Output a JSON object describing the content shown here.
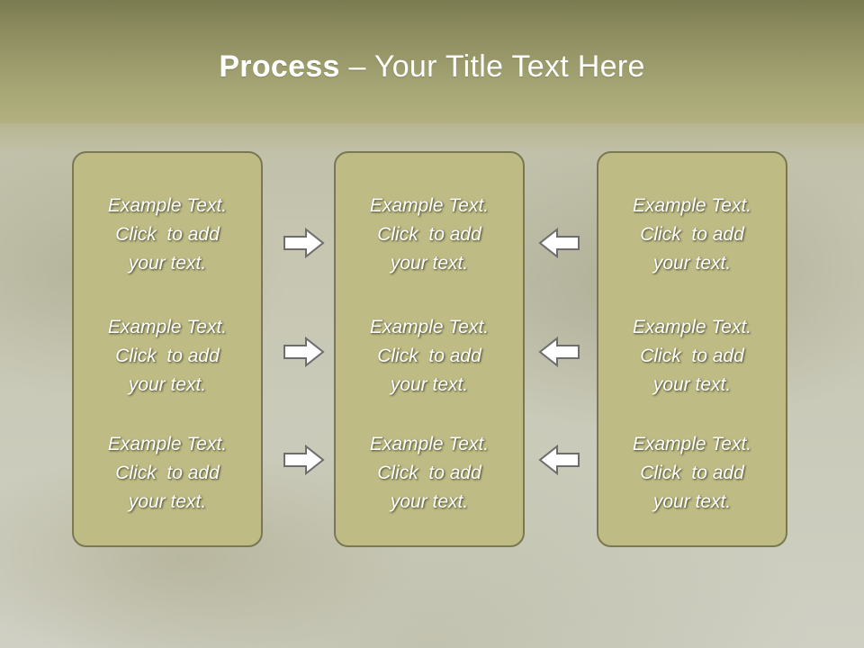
{
  "slide": {
    "title_bold": "Process",
    "title_rest": " – Your Title Text Here",
    "columns": [
      {
        "blocks": [
          {
            "line1": "Example Text.",
            "line2": "Click  to add",
            "line3": "your text."
          },
          {
            "line1": "Example Text.",
            "line2": "Click  to add",
            "line3": "your text."
          },
          {
            "line1": "Example Text.",
            "line2": "Click  to add",
            "line3": "your text."
          }
        ]
      },
      {
        "blocks": [
          {
            "line1": "Example Text.",
            "line2": "Click  to add",
            "line3": "your text."
          },
          {
            "line1": "Example Text.",
            "line2": "Click  to add",
            "line3": "your text."
          },
          {
            "line1": "Example Text.",
            "line2": "Click  to add",
            "line3": "your text."
          }
        ]
      },
      {
        "blocks": [
          {
            "line1": "Example Text.",
            "line2": "Click  to add",
            "line3": "your text."
          },
          {
            "line1": "Example Text.",
            "line2": "Click  to add",
            "line3": "your text."
          },
          {
            "line1": "Example Text.",
            "line2": "Click  to add",
            "line3": "your text."
          }
        ]
      }
    ],
    "arrows": {
      "left_group": [
        "right-arrow-icon",
        "right-arrow-icon",
        "right-arrow-icon"
      ],
      "right_group": [
        "left-arrow-icon",
        "left-arrow-icon",
        "left-arrow-icon"
      ]
    },
    "colors": {
      "header": "#9b9a69",
      "box_fill": "#bebb85",
      "box_border": "#7a7852",
      "text": "#ffffff"
    }
  }
}
